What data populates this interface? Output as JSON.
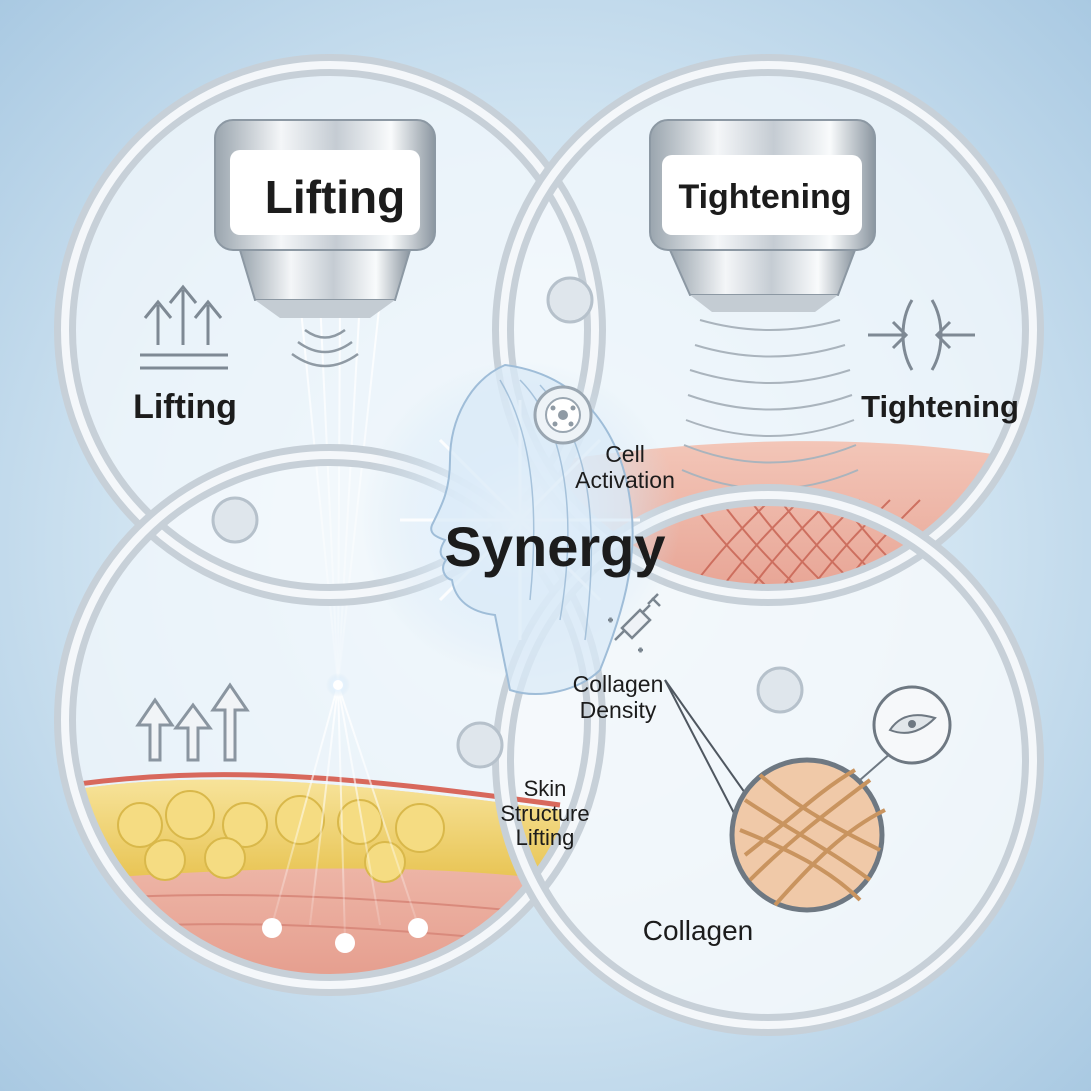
{
  "title": "Synergy",
  "top_left": {
    "device_label": "Lifting",
    "side_label": "Lifting"
  },
  "top_right": {
    "device_label": "Tightening",
    "side_label": "Tightening"
  },
  "center_labels": {
    "cell": "Cell\nActivation",
    "collagen_density": "Collagen\nDensity",
    "skin_structure": "Skin\nStructure\nLifting"
  },
  "bottom_right": {
    "label": "Collagen"
  },
  "colors": {
    "ring": "#c9d3dc",
    "fat": "#f2d36b",
    "skin": "#e7a598",
    "glow": "#ffffff"
  },
  "icons": [
    "up-arrows-icon",
    "compress-arrows-icon",
    "cell-icon",
    "syringe-icon",
    "fibroblast-icon",
    "collagen-fiber-icon",
    "face-profile-icon",
    "ultrasound-device-icon"
  ]
}
